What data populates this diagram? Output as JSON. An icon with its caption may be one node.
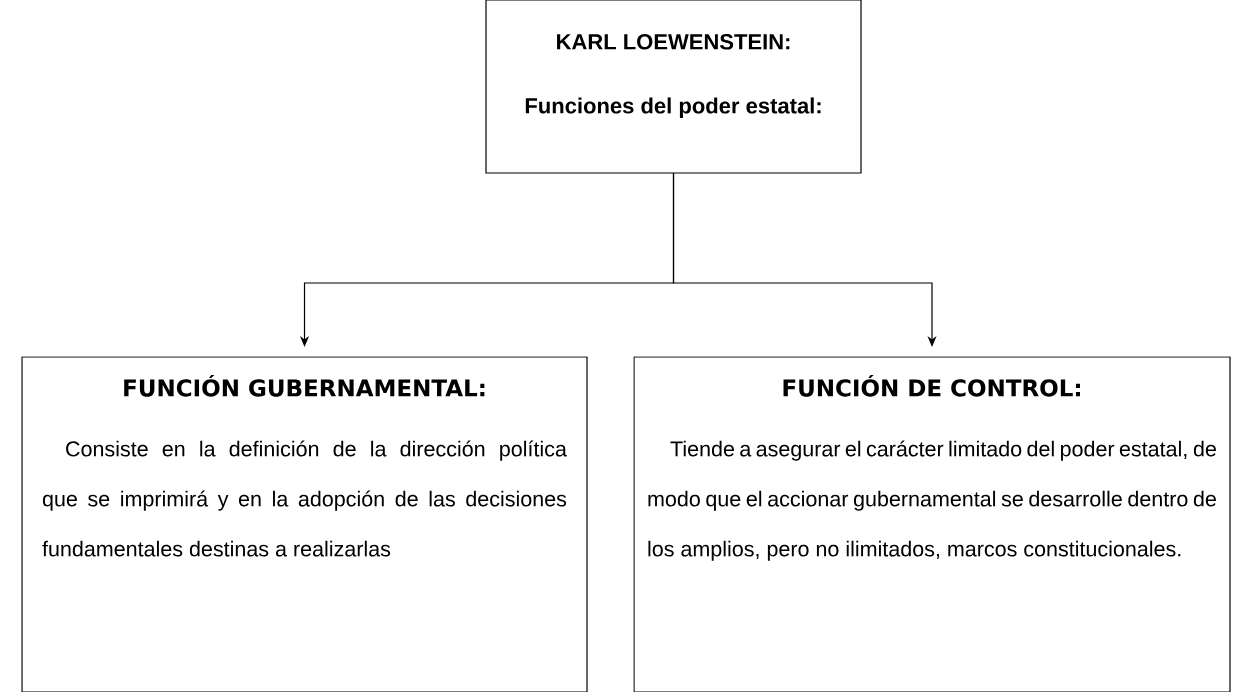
{
  "diagram": {
    "nodes": [
      {
        "text": [
          "KARL LOEWENSTEIN:",
          "Funciones del poder estatal:"
        ]
      },
      {
        "text": [
          "FUNCIÓN GUBERNAMENTAL:",
          "Consiste en la definición de la dirección política que se imprimirá y en la adopción de las decisiones fundamentales destinas a realizarlas"
        ]
      },
      {
        "text": [
          "FUNCIÓN DE CONTROL:",
          "Tiende a asegurar el carácter limitado del poder estatal, de modo que el accionar gubernamental se desarrolle dentro de los amplios, pero no ilimitados, marcos constitucionales."
        ]
      }
    ],
    "edges": [
      {
        "from": 0,
        "to": 1,
        "arrow": "to"
      },
      {
        "from": 0,
        "to": 2,
        "arrow": "to"
      }
    ]
  }
}
